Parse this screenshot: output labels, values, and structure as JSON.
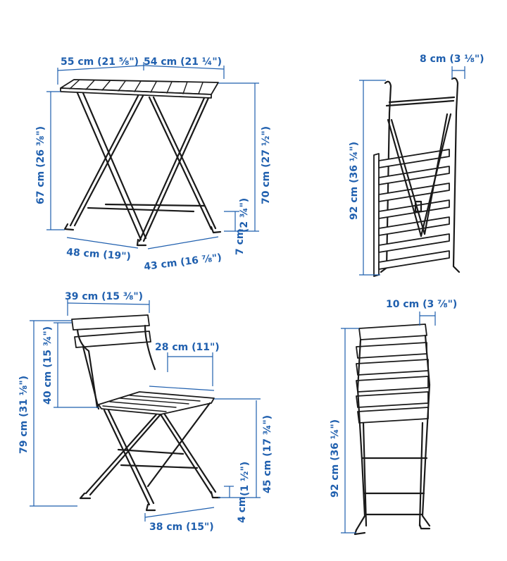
{
  "dimensions": {
    "table": {
      "width_a": "55 cm (21 ⅝\")",
      "width_b": "54 cm (21 ¼\")",
      "height_top": "67 cm (26 ⅜\")",
      "height_total": "70 cm (27 ½\")",
      "foot_height_in": "(2 ¾\")",
      "foot_height_cm": "7 cm",
      "base_a": "48 cm (19\")",
      "base_b": "43 cm (16 ⅞\")"
    },
    "table_folded": {
      "depth": "8 cm (3 ⅛\")",
      "height": "92 cm (36 ¼\")"
    },
    "chair": {
      "width": "39 cm (15 ⅜\")",
      "total_height": "79 cm (31 ⅛\")",
      "back_height": "40 cm (15 ¾\")",
      "seat_depth": "28 cm (11\")",
      "seat_height": "45 cm (17 ¾\")",
      "foot_height_in": "(1 ½\")",
      "foot_height_cm": "4 cm",
      "base_width": "38 cm (15\")"
    },
    "chair_folded": {
      "depth": "10 cm (3 ⅞\")",
      "height": "92 cm (36 ¼\")"
    }
  },
  "colors": {
    "dimension": "#1f5fae",
    "drawing": "#1a1a1a",
    "background": "#ffffff"
  }
}
